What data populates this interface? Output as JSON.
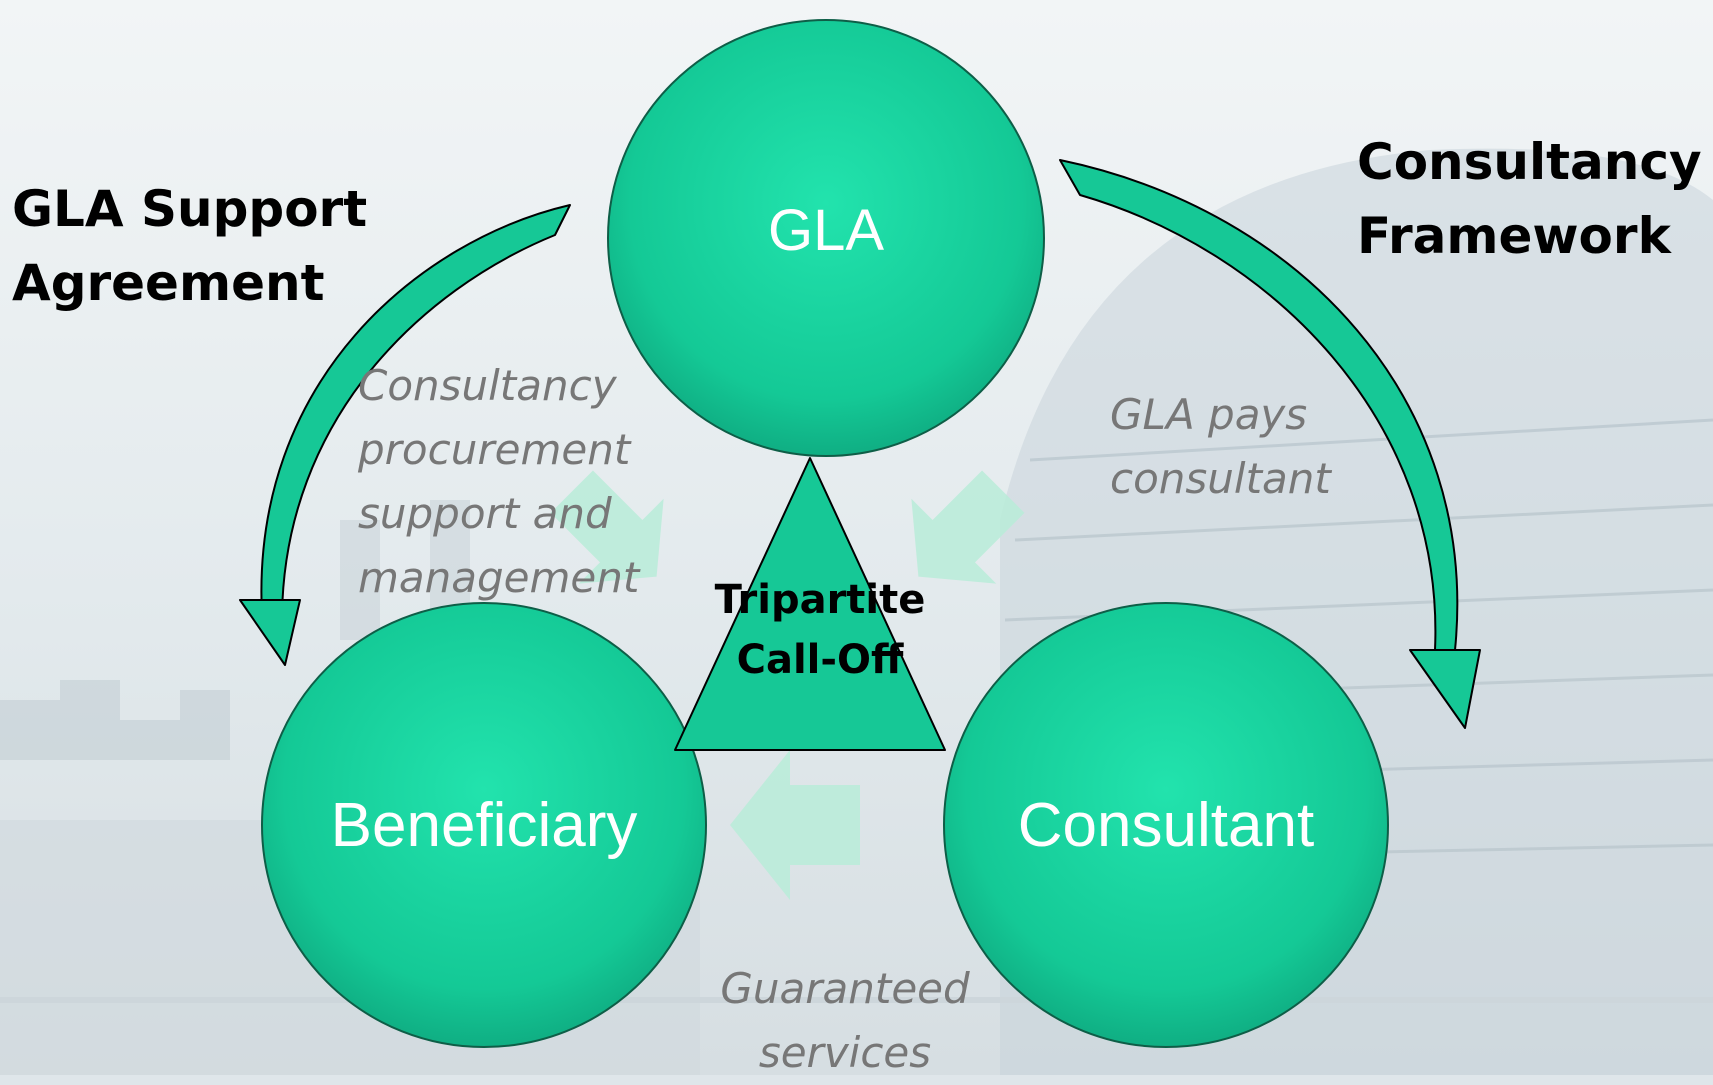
{
  "nodes": {
    "gla": "GLA",
    "beneficiary": "Beneficiary",
    "consultant": "Consultant"
  },
  "center": {
    "line1": "Tripartite",
    "line2": "Call-Off"
  },
  "agreements": {
    "left": {
      "line1": "GLA Support",
      "line2": "Agreement"
    },
    "right": {
      "line1": "Consultancy",
      "line2": "Framework"
    }
  },
  "flows": {
    "procurement": [
      "Consultancy",
      "procurement",
      "support and",
      "management"
    ],
    "payment": [
      "GLA pays",
      "consultant"
    ],
    "services": [
      "Guaranteed",
      "services"
    ]
  },
  "colors": {
    "node_fill": "#14c896",
    "node_highlight": "#2ef0b8",
    "outline": "#0e5e47",
    "flow_arrow": "#b8ecd8",
    "text_italic": "#777777"
  }
}
